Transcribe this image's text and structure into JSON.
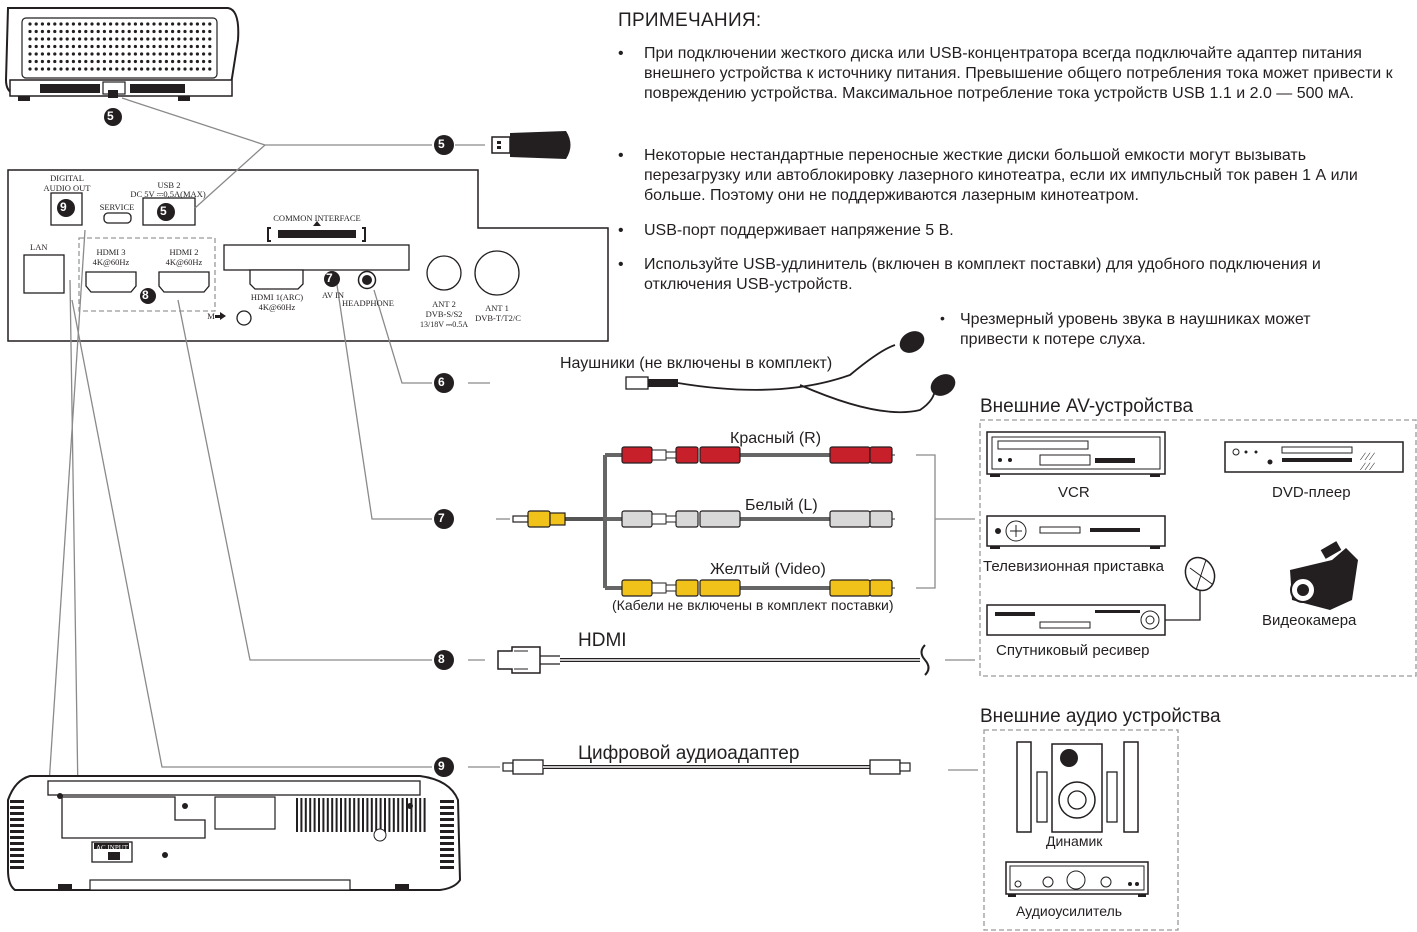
{
  "notes": {
    "title": "ПРИМЕЧАНИЯ:",
    "items": [
      "При подключении жесткого диска или USB-концентратора всегда подключайте адаптер питания внешнего устройства к источнику питания. Превышение общего потребления тока может привести к повреждению устройства. Максимальное потребление тока устройств USB 1.1 и 2.0 — 500 мА.",
      "Некоторые нестандартные переносные жесткие диски большой емкости могут вызывать перезагрузку или автоблокировку лазерного кинотеатра, если их импульсный ток равен 1 А или больше. Поэтому они не поддерживаются лазерным кинотеатром.",
      "USB-порт поддерживает напряжение 5 В.",
      "Используйте USB-удлинитель (включен в комплект поставки) для удобного подключения и отключения USB-устройств."
    ],
    "headphone_warning": "Чрезмерный уровень звука в наушниках может привести к потере слуха."
  },
  "panel": {
    "digital_audio_out": "DIGITAL AUDIO OUT",
    "service": "SERVICE",
    "usb2": "USB 2",
    "usb2_spec": "DC 5V ⎓0,5A(MAX)",
    "common_interface": "COMMON INTERFACE",
    "lan": "LAN",
    "hdmi3": "HDMI 3",
    "hdmi3_spec": "4K@60Hz",
    "hdmi2": "HDMI 2",
    "hdmi2_spec": "4K@60Hz",
    "hdmi1": "HDMI 1(ARC)",
    "hdmi1_spec": "4K@60Hz",
    "av_in": "AV IN",
    "headphone": "HEADPHONE",
    "ant2": "ANT 2",
    "ant2_spec": "DVB-S/S2",
    "ant2_power": "13/18V ⎓0.5A",
    "ant1": "ANT 1",
    "ant1_spec": "DVB-T/T2/C",
    "m_label": "M",
    "ac_input": "AC INPUT"
  },
  "badges": {
    "usb": "5",
    "headphone": "6",
    "av": "7",
    "hdmi": "8",
    "optical": "9"
  },
  "cables": {
    "headphones": "Наушники (не включены в комплект)",
    "red": "Красный (R)",
    "white": "Белый (L)",
    "yellow": "Желтый (Video)",
    "not_included": "(Кабели не включены в комплект поставки)",
    "hdmi": "HDMI",
    "optical": "Цифровой аудиоадаптер"
  },
  "av_devices": {
    "title": "Внешние AV-устройства",
    "vcr": "VCR",
    "dvd": "DVD-плеер",
    "settop": "Телевизионная приставка",
    "camcorder": "Видеокамера",
    "satellite": "Спутниковый ресивер"
  },
  "audio_devices": {
    "title": "Внешние аудио устройства",
    "speaker": "Динамик",
    "amplifier": "Аудиоусилитель"
  },
  "colors": {
    "red": "#c8202a",
    "white": "#d8d8d8",
    "yellow": "#f0c21a",
    "line": "#8a8a8a",
    "dark": "#231f20"
  }
}
